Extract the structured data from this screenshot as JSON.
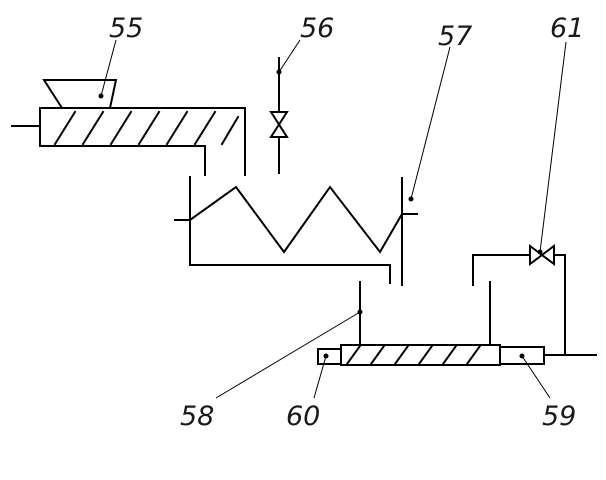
{
  "labels": {
    "l55": "55",
    "l56": "56",
    "l57": "57",
    "l58": "58",
    "l59": "59",
    "l60": "60",
    "l61": "61"
  }
}
